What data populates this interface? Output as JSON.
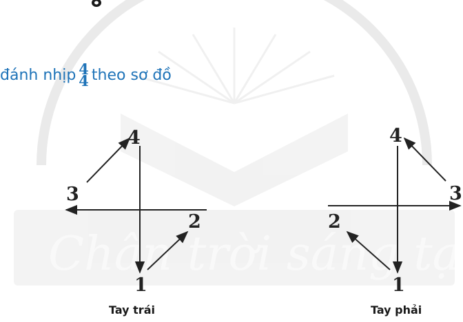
{
  "instruction": {
    "text": "đánh nhịp",
    "time_signature_top": "4",
    "time_signature_bottom": "4",
    "suffix": "theo sơ đồ"
  },
  "watermark_text": "Chân trời sáng tạo",
  "left_diagram": {
    "caption": "Tay trái",
    "beats": [
      "1",
      "2",
      "3",
      "4"
    ]
  },
  "right_diagram": {
    "caption": "Tay phải",
    "beats": [
      "1",
      "2",
      "3",
      "4"
    ]
  },
  "colors": {
    "accent": "#1e73b8",
    "ink": "#222222"
  }
}
